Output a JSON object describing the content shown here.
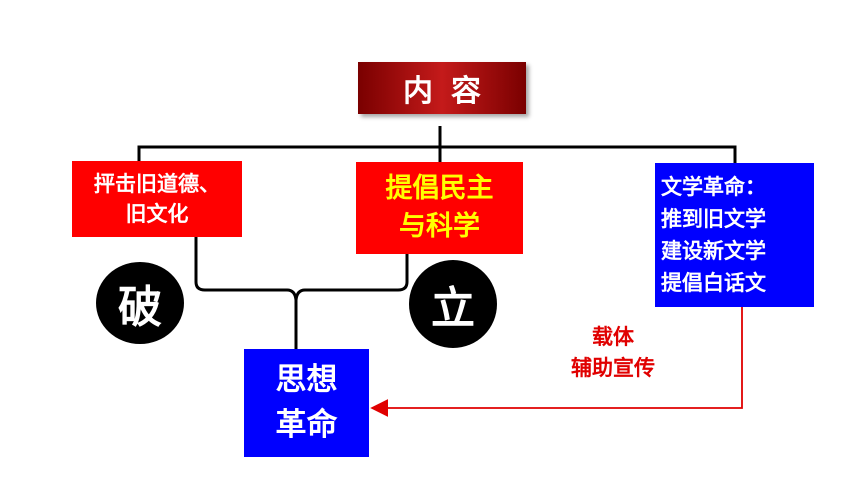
{
  "title": "内容",
  "nodes": {
    "left": {
      "lines": [
        "抨击旧道德、",
        "旧文化"
      ]
    },
    "middle": {
      "lines": [
        "提倡民主",
        "与科学"
      ]
    },
    "right": {
      "lines": [
        "文学革命：",
        "推到旧文学",
        "建设新文学",
        "提倡白话文"
      ]
    },
    "bottom": {
      "lines": [
        "思想",
        "革命"
      ]
    }
  },
  "circles": {
    "left": "破",
    "right": "立"
  },
  "carrier_label": {
    "lines": [
      "载体",
      "辅助宣传"
    ]
  },
  "colors": {
    "title_bg": "#b01010",
    "red_box": "#ff0000",
    "blue_box": "#0000ff",
    "middle_text": "#ffff00",
    "arrow": "#e00000"
  }
}
